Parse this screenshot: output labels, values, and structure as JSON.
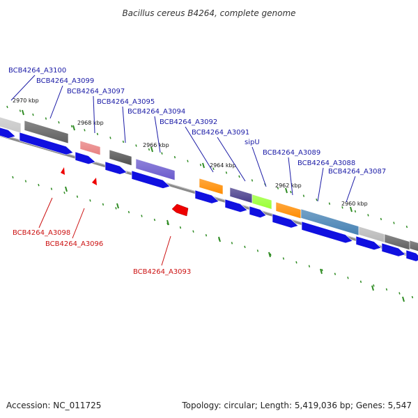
{
  "title": "Bacillus cereus B4264, complete genome",
  "footer": {
    "accession": "Accession: NC_011725",
    "summary": "Topology: circular; Length: 5,419,036 bp; Genes: 5,547"
  },
  "colors": {
    "backbone": "#7a7a7a",
    "cds": "#1010e0",
    "forward_label": "#1a1aa6",
    "reverse_label": "#cc1111",
    "tick": "#2e8b22"
  },
  "kbp_ticks": [
    {
      "text": "2970 kbp"
    },
    {
      "text": "2968 kbp"
    },
    {
      "text": "2966 kbp"
    },
    {
      "text": "2964 kbp"
    },
    {
      "text": "2962 kbp"
    },
    {
      "text": "2960 kbp"
    }
  ],
  "forward_genes": [
    {
      "name": "BCB4264_A3100"
    },
    {
      "name": "BCB4264_A3099"
    },
    {
      "name": "BCB4264_A3097"
    },
    {
      "name": "BCB4264_A3095"
    },
    {
      "name": "BCB4264_A3094"
    },
    {
      "name": "BCB4264_A3092"
    },
    {
      "name": "BCB4264_A3091"
    },
    {
      "name": "sipU"
    },
    {
      "name": "BCB4264_A3089"
    },
    {
      "name": "BCB4264_A3088"
    },
    {
      "name": "BCB4264_A3087"
    }
  ],
  "reverse_genes": [
    {
      "name": "BCB4264_A3098"
    },
    {
      "name": "BCB4264_A3096"
    },
    {
      "name": "BCB4264_A3093"
    }
  ],
  "feature_colors": [
    "#c8c8c8",
    "#606060",
    "#e88080",
    "#505050",
    "#6a5acd",
    "#ff8c00",
    "#483d8b",
    "#99ff33",
    "#ff8c00",
    "#4682b4",
    "#b8b8b8",
    "#606060",
    "#606060"
  ]
}
